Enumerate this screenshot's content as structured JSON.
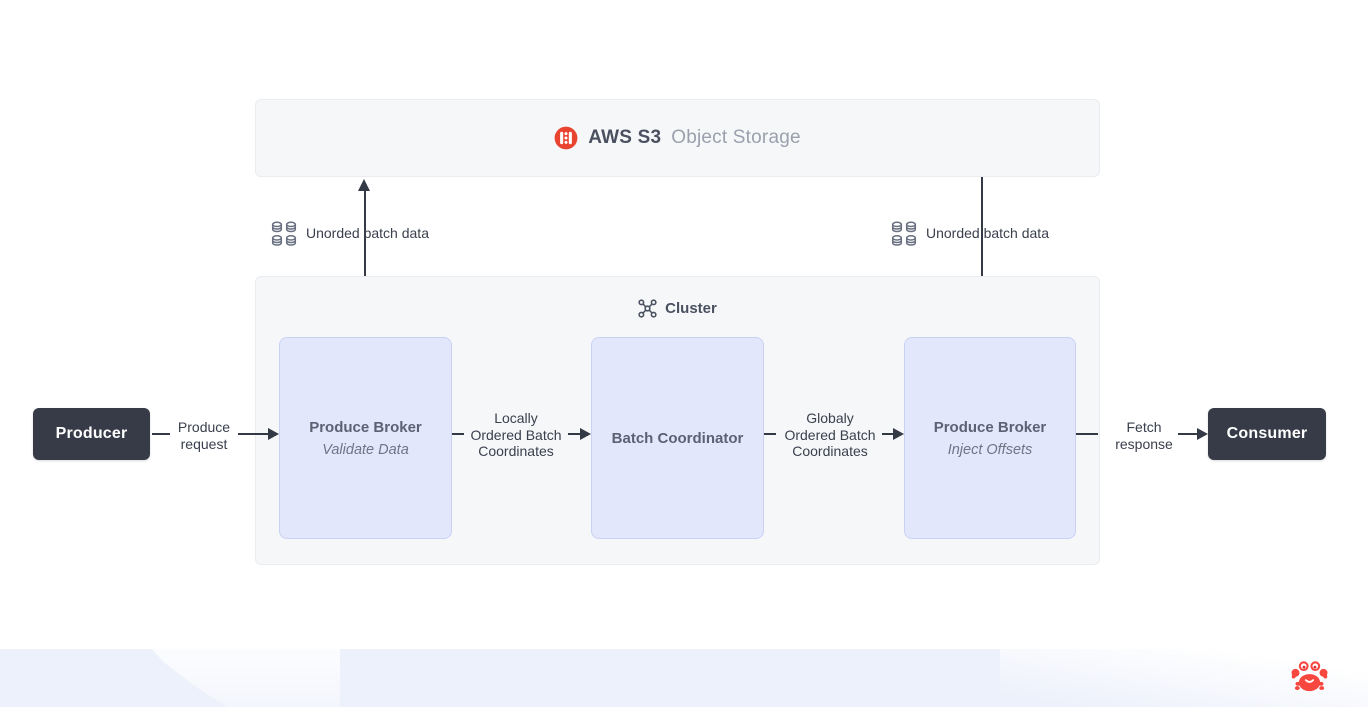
{
  "colors": {
    "accent_red": "#e8442f",
    "crab_red": "#f8473e",
    "node_fill": "#e2e7fb",
    "node_border": "#c9d2f5",
    "dark_node": "#363b47",
    "panel_fill": "#f6f7f9",
    "edge": "#333a45",
    "footer_band": "#edf1fb",
    "icon_gray": "#697080"
  },
  "storage": {
    "title_bold": "AWS S3",
    "title_rest": "Object Storage",
    "icon": "s3-bucket-icon"
  },
  "cluster": {
    "label": "Cluster",
    "icon": "cluster-nodes-icon"
  },
  "nodes": {
    "producer": {
      "label": "Producer"
    },
    "consumer": {
      "label": "Consumer"
    },
    "broker_validate": {
      "title": "Produce Broker",
      "subtitle": "Validate Data"
    },
    "coordinator": {
      "title": "Batch Coordinator"
    },
    "broker_inject": {
      "title": "Produce Broker",
      "subtitle": "Inject Offsets"
    }
  },
  "edges": {
    "produce_request": {
      "lines": [
        "Produce",
        "request"
      ]
    },
    "locally_ordered": {
      "lines": [
        "Locally",
        "Ordered Batch",
        "Coordinates"
      ]
    },
    "globally_ordered": {
      "lines": [
        "Globaly",
        "Ordered Batch",
        "Coordinates"
      ]
    },
    "fetch_response": {
      "lines": [
        "Fetch",
        "response"
      ]
    },
    "unordered_left": {
      "label": "Unorded batch data",
      "icon": "batch-databases-icon"
    },
    "unordered_right": {
      "label": "Unorded batch data",
      "icon": "batch-databases-icon"
    }
  },
  "footer": {
    "icon": "crab-icon"
  }
}
